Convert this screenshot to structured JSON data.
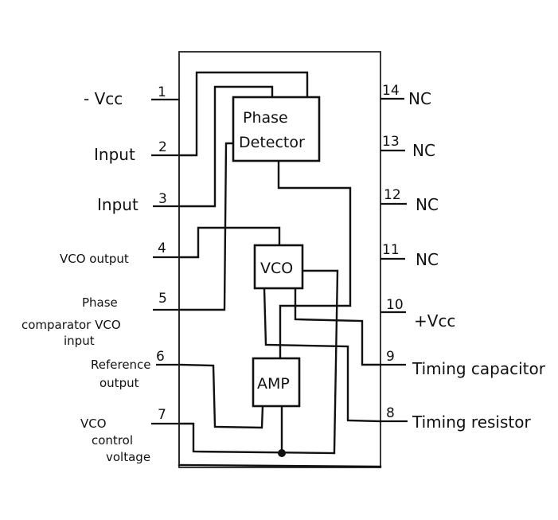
{
  "diagram": {
    "title": "",
    "ic_package": "14-pin IC",
    "blocks": [
      {
        "id": "phase-detector",
        "line1": "Phase",
        "line2": "Detector"
      },
      {
        "id": "vco",
        "label": "VCO"
      },
      {
        "id": "amp",
        "label": "AMP"
      }
    ],
    "left_pins": [
      {
        "number": "1",
        "label": [
          "- Vcc"
        ]
      },
      {
        "number": "2",
        "label": [
          "Input"
        ]
      },
      {
        "number": "3",
        "label": [
          "Input"
        ]
      },
      {
        "number": "4",
        "label": [
          "VCO output"
        ]
      },
      {
        "number": "5",
        "label": [
          "Phase",
          "comparator VCO",
          "input"
        ]
      },
      {
        "number": "6",
        "label": [
          "Reference",
          "output"
        ]
      },
      {
        "number": "7",
        "label": [
          "VCO",
          "control",
          "voltage"
        ]
      }
    ],
    "right_pins": [
      {
        "number": "14",
        "label": [
          "NC"
        ]
      },
      {
        "number": "13",
        "label": [
          "NC"
        ]
      },
      {
        "number": "12",
        "label": [
          "NC"
        ]
      },
      {
        "number": "11",
        "label": [
          "NC"
        ]
      },
      {
        "number": "10",
        "label": [
          "+Vcc"
        ]
      },
      {
        "number": "9",
        "label": [
          "Timing capacitor"
        ]
      },
      {
        "number": "8",
        "label": [
          "Timing resistor"
        ]
      }
    ]
  }
}
